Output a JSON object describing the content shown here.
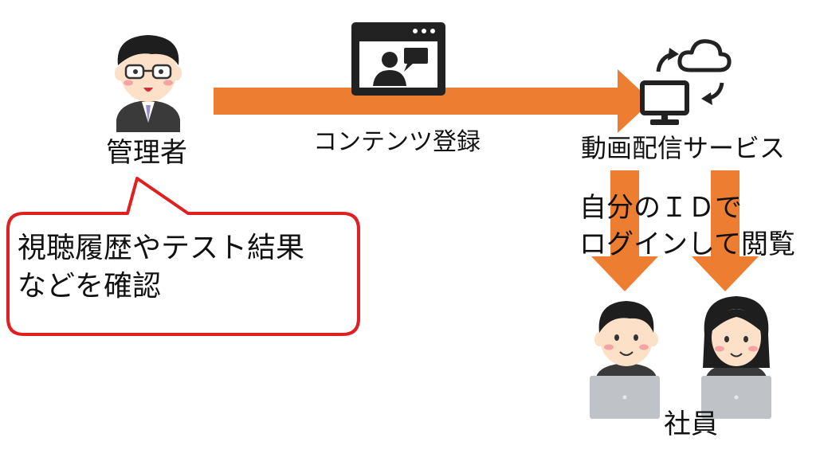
{
  "nodes": {
    "admin": {
      "label": "管理者",
      "icon": "admin-person-icon"
    },
    "content_registration": {
      "label": "コンテンツ登録",
      "icon": "video-window-icon"
    },
    "delivery_service": {
      "label": "動画配信サービス",
      "icon": "cloud-computer-sync-icon"
    },
    "employees": {
      "label": "社員",
      "icon": "employees-laptop-icon"
    }
  },
  "callout": {
    "line1": "視聴履歴やテスト結果",
    "line2": "などを確認"
  },
  "login_note": {
    "line1": "自分のＩＤで",
    "line2": "ログインして閲覧"
  },
  "colors": {
    "arrow": "#ED7D31",
    "callout_border": "#E02020",
    "icon_dark": "#222222",
    "skin": "#FCE0C8",
    "laptop": "#BFC3C8"
  }
}
